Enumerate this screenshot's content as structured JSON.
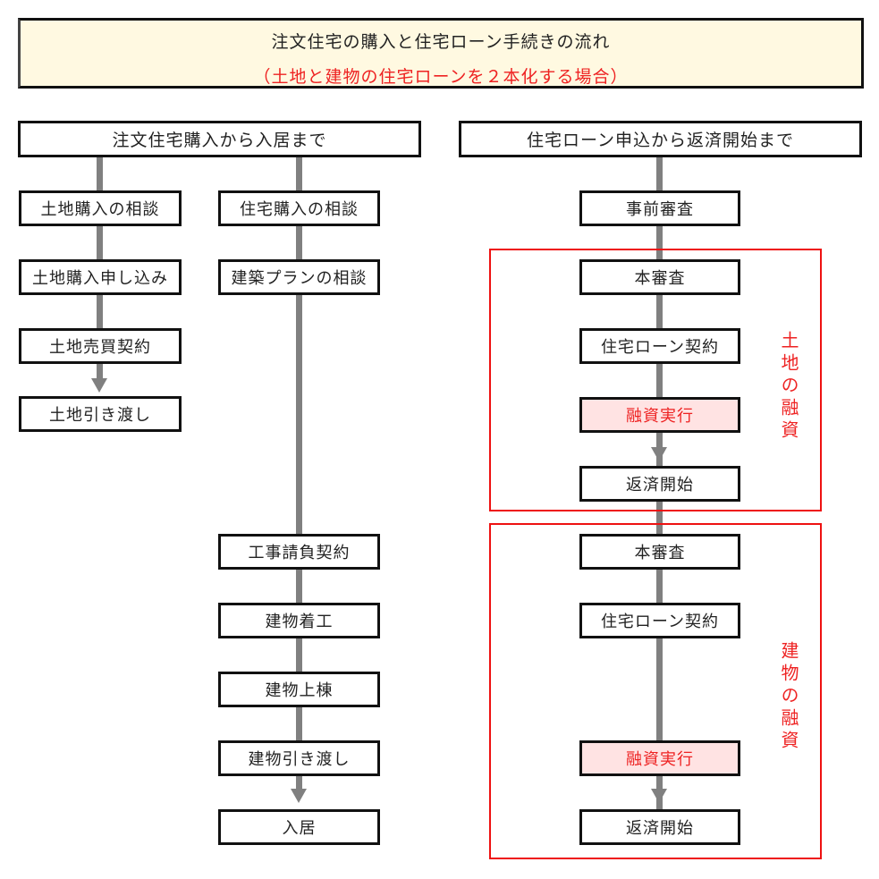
{
  "title": {
    "line1": "注文住宅の購入と住宅ローン手続きの流れ",
    "line2": "（土地と建物の住宅ローンを２本化する場合）"
  },
  "colors": {
    "title_bg": "#FFF9E1",
    "accent_red": "#EE2222",
    "pink_fill": "#FFE3E3",
    "connector_gray": "#808080"
  },
  "left_section": {
    "header": "注文住宅購入から入居まで",
    "land_column": [
      "土地購入の相談",
      "土地購入申し込み",
      "土地売買契約",
      "土地引き渡し"
    ],
    "house_column_top": [
      "住宅購入の相談",
      "建築プランの相談"
    ],
    "house_column_bottom": [
      "工事請負契約",
      "建物着工",
      "建物上棟",
      "建物引き渡し",
      "入居"
    ]
  },
  "right_section": {
    "header": "住宅ローン申込から返済開始まで",
    "pre_screening": "事前審査",
    "land_loan": {
      "label": "土地の融資",
      "label_chars": [
        "土",
        "地",
        "の",
        "融",
        "資"
      ],
      "steps": [
        "本審査",
        "住宅ローン契約",
        "融資実行",
        "返済開始"
      ]
    },
    "building_loan": {
      "label": "建物の融資",
      "label_chars": [
        "建",
        "物",
        "の",
        "融",
        "資"
      ],
      "steps": [
        "本審査",
        "住宅ローン契約",
        "融資実行",
        "返済開始"
      ]
    }
  }
}
